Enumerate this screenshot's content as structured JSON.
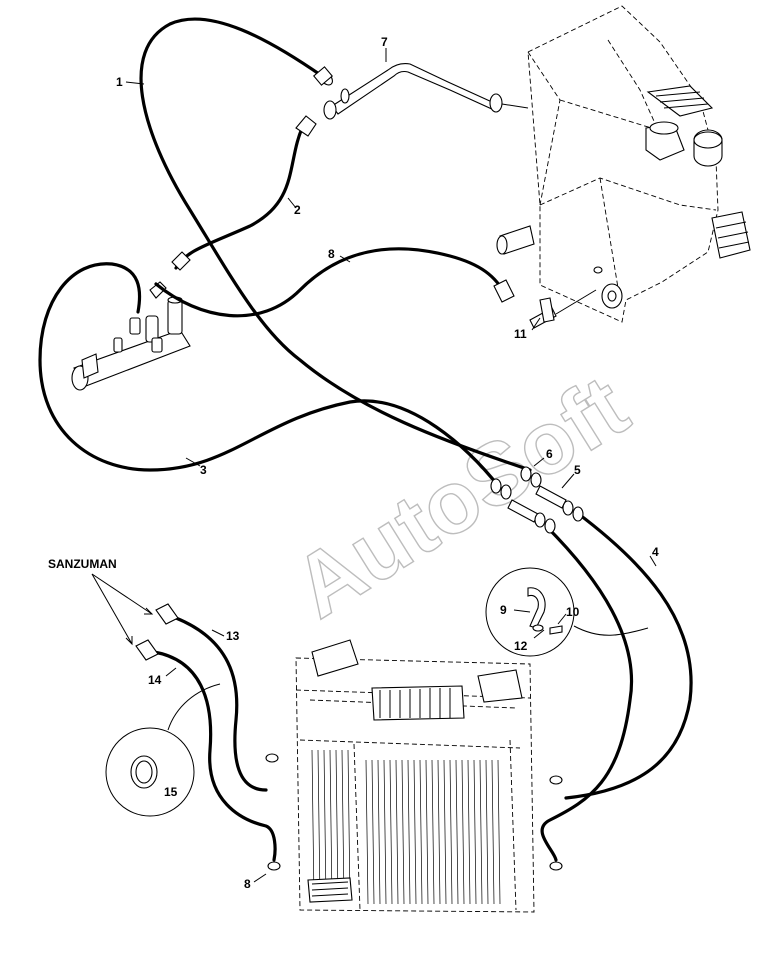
{
  "watermark": "AutoSoft",
  "labels": {
    "sanzuman": "SANZUMAN",
    "c1": "1",
    "c2": "2",
    "c3": "3",
    "c4": "4",
    "c5": "5",
    "c6": "6",
    "c7": "7",
    "c8_top": "8",
    "c8_bottom": "8",
    "c9": "9",
    "c10": "10",
    "c11": "11",
    "c12": "12",
    "c13": "13",
    "c14": "14",
    "c15": "15"
  },
  "colors": {
    "line": "#000000",
    "background": "#ffffff",
    "watermark": "#bdbdbd"
  }
}
